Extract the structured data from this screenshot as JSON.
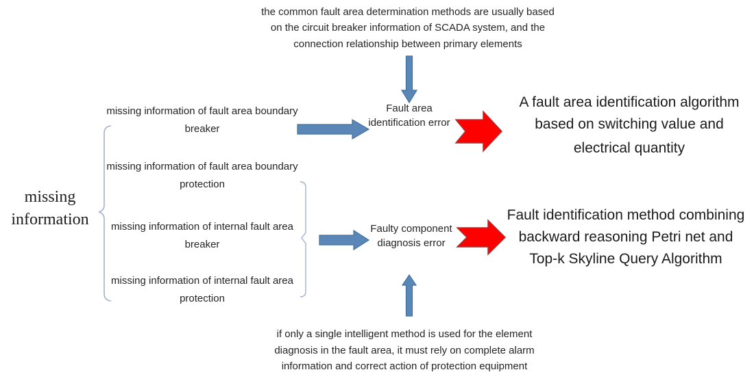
{
  "top_note": {
    "lines": [
      "the common fault area determination methods are usually based",
      "on the circuit breaker information of SCADA system, and the",
      "connection relationship between primary elements"
    ]
  },
  "left_group": {
    "label_lines": [
      "missing",
      "information"
    ],
    "items": [
      {
        "lines": [
          "missing information of fault area boundary",
          "breaker"
        ]
      },
      {
        "lines": [
          "missing information of fault area boundary",
          "protection"
        ]
      },
      {
        "lines": [
          "missing information of internal fault area",
          "breaker"
        ]
      },
      {
        "lines": [
          "missing information of internal fault area",
          "protection"
        ]
      }
    ]
  },
  "errors": [
    {
      "lines": [
        "Fault area",
        "identification error"
      ]
    },
    {
      "lines": [
        "Faulty component",
        "diagnosis error"
      ]
    }
  ],
  "outcomes": [
    {
      "lines": [
        "A fault area identification algorithm",
        "based on switching value and",
        "electrical quantity"
      ]
    },
    {
      "lines": [
        "Fault identification method combining",
        "backward reasoning Petri net and",
        "Top-k Skyline Query Algorithm"
      ]
    }
  ],
  "bottom_note": {
    "lines": [
      "if only a single intelligent method is used for the element",
      "diagnosis in the fault area, it must rely on complete alarm",
      "information and correct action of protection equipment"
    ]
  },
  "colors": {
    "blue_arrow_fill": "#5b87b8",
    "blue_arrow_stroke": "#41719c",
    "red_arrow_fill": "#fe0000",
    "red_arrow_stroke": "#aa3232",
    "brace_stroke": "#a3b1cc",
    "text": "#242424"
  }
}
